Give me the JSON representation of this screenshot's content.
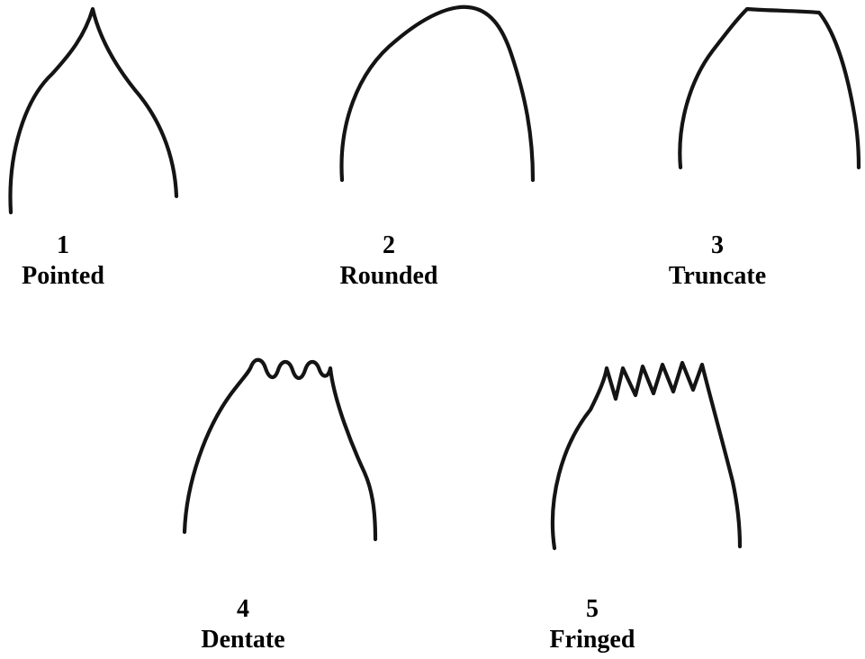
{
  "ink_color": "#141414",
  "background_color": "#ffffff",
  "shapes": [
    {
      "number": "1",
      "name": "Pointed"
    },
    {
      "number": "2",
      "name": "Rounded"
    },
    {
      "number": "3",
      "name": "Truncate"
    },
    {
      "number": "4",
      "name": "Dentate"
    },
    {
      "number": "5",
      "name": "Fringed"
    }
  ]
}
